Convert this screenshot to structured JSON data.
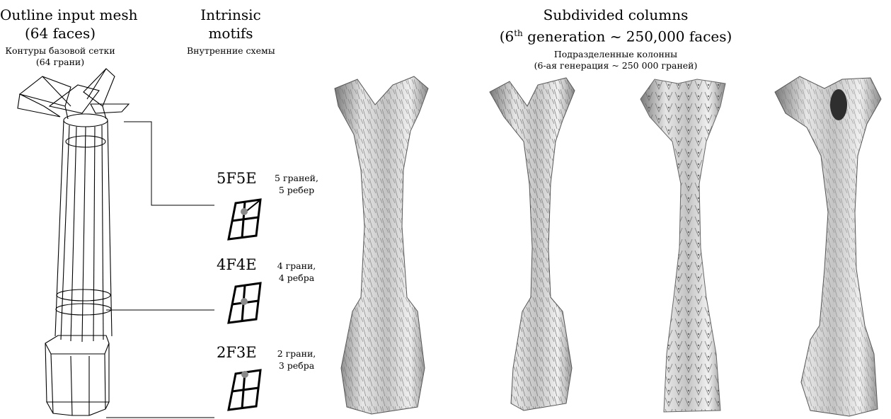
{
  "headers": {
    "outline": {
      "line1": "Outline input mesh",
      "line2": "(64 faces)",
      "ru1": "Контуры базовой сетки",
      "ru2": "(64 грани)"
    },
    "intrinsic": {
      "line1": "Intrinsic",
      "line2": "motifs",
      "ru1": "Внутренние схемы"
    },
    "subdivided": {
      "line1": "Subdivided columns",
      "line2_pre": "(6",
      "line2_sup": "th",
      "line2_post": " generation ~ 250,000 faces)",
      "ru1": "Подразделенные колонны",
      "ru2": "(6-ая генерация ~ 250 000 граней)"
    }
  },
  "motifs": [
    {
      "code": "5F5E",
      "ru1": "5 граней,",
      "ru2": "5 ребер"
    },
    {
      "code": "4F4E",
      "ru1": "4 грани,",
      "ru2": "4 ребра"
    },
    {
      "code": "2F3E",
      "ru1": "2 грани,",
      "ru2": "3 ребра"
    }
  ],
  "colors": {
    "ink": "#000000",
    "column_light": "#f2f2f2",
    "column_mid": "#b9b9b9",
    "column_dark": "#6e6e6e",
    "motif_dot": "#8a8a8a"
  },
  "images": [
    "wireframe-column",
    "sculpted-column-1",
    "sculpted-column-2",
    "sculpted-column-3",
    "sculpted-column-4"
  ]
}
